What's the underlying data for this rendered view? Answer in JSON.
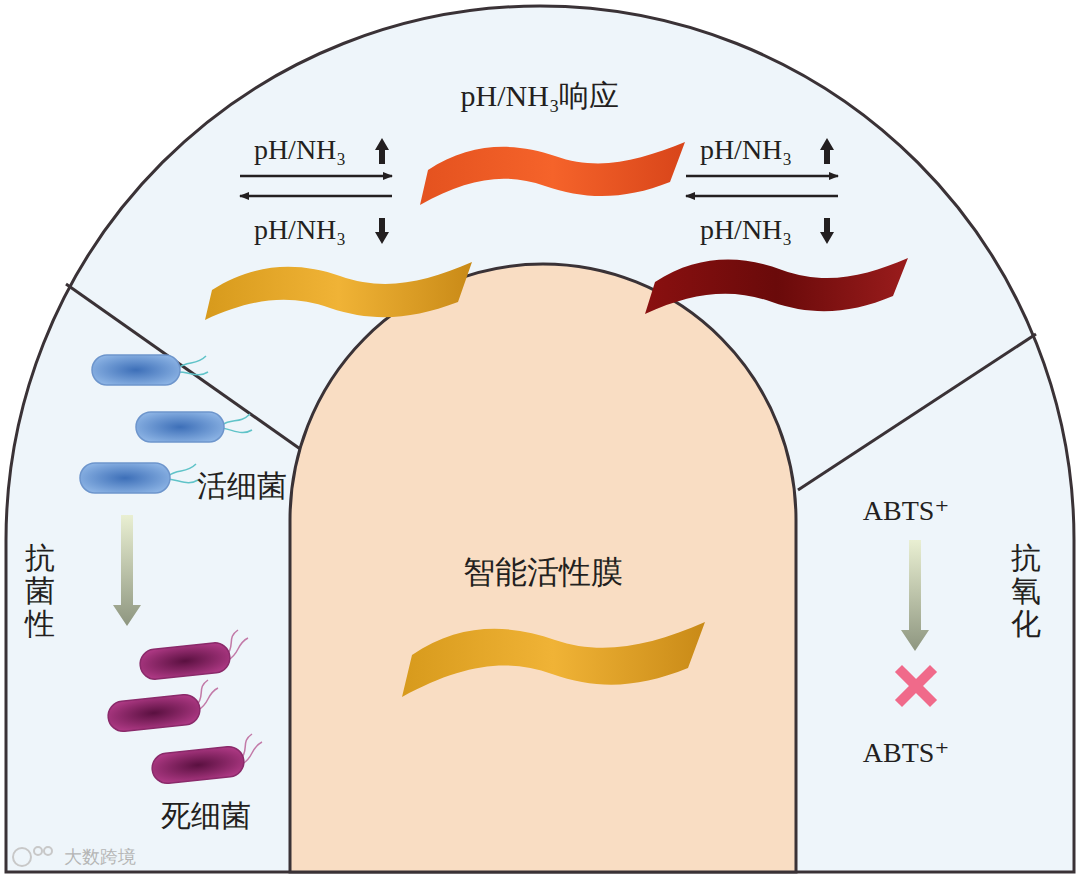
{
  "diagram": {
    "nodes": [
      {
        "text": [
          "pH/NH₃响应"
        ]
      },
      {
        "text": [
          "抗菌性",
          "活细菌",
          "死细菌"
        ]
      },
      {
        "text": [
          "智能活性膜"
        ]
      },
      {
        "text": [
          "抗氧化",
          "ABTS⁺",
          "ABTS⁺"
        ]
      }
    ],
    "labels": [
      "pH/NH₃",
      "pH/NH₃",
      "pH/NH₃",
      "pH/NH₃",
      "大数跨境"
    ]
  }
}
